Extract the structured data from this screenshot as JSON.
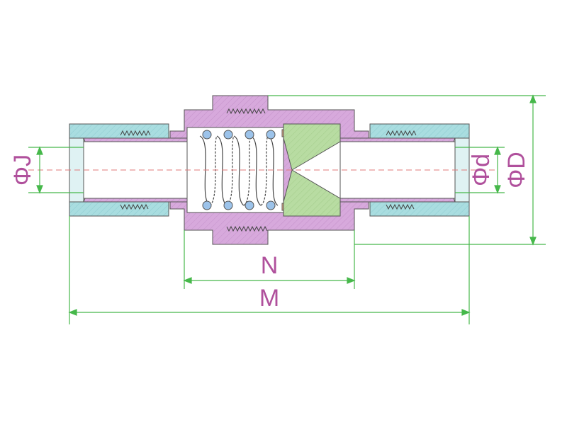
{
  "labels": {
    "phi_j": "ΦJ",
    "phi_d_small": "Φd",
    "phi_d_large": "ΦD",
    "n": "N",
    "m": "M"
  },
  "colors": {
    "body": "#d7a9dc",
    "fitting": "#a9dde0",
    "inner": "#e6c6ea",
    "poppet": "#b8dca2",
    "spring_ball": "#9cc3ea",
    "washer": "#f2b48a",
    "dimension_green": "#46b84a",
    "label_purple": "#b0509c",
    "centerline": "#e07a7a",
    "outline": "#4a4a4a"
  }
}
